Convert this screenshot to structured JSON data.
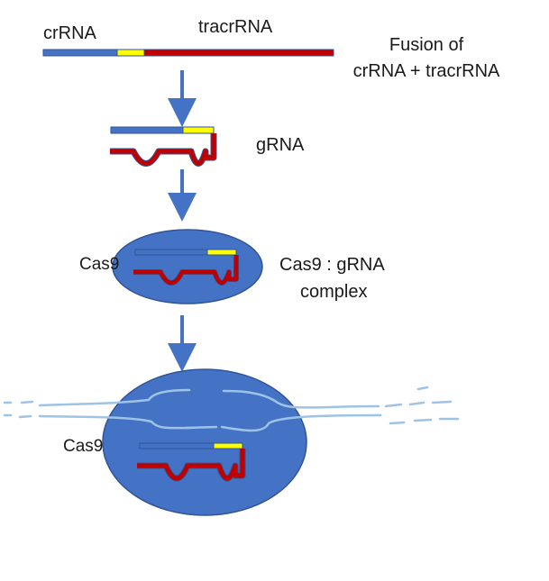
{
  "labels": {
    "crrna": "crRNA",
    "tracrrna": "tracrRNA",
    "fusion_line1": "Fusion of",
    "fusion_line2": "crRNA + tracrRNA",
    "grna": "gRNA",
    "cas9_top": "Cas9",
    "complex_line1": "Cas9 :  gRNA",
    "complex_line2": "complex",
    "cas9_bottom": "Cas9"
  },
  "colors": {
    "crrna_blue": "#4472C4",
    "spacer_yellow": "#FFFF00",
    "tracr_red": "#C00000",
    "arrow_blue": "#4472C4",
    "cas9_fill": "#4472C4",
    "cas9_stroke": "#2F5597",
    "dna_strand": "#9DC3E6"
  }
}
